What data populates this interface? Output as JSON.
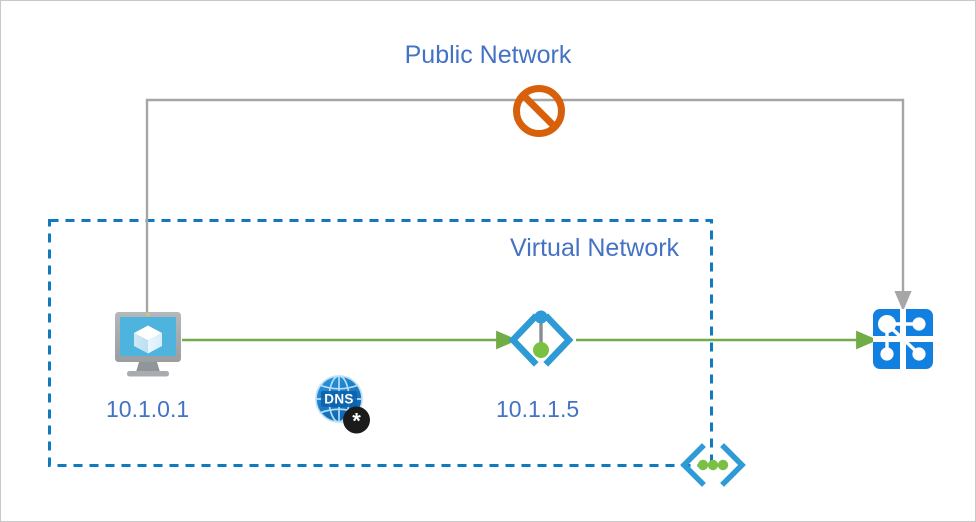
{
  "diagram": {
    "title_public": "Public Network",
    "title_vnet": "Virtual Network",
    "colors": {
      "label_blue": "#4472c4",
      "vnet_border_blue": "#0f7ac0",
      "allowed_green": "#70ad47",
      "blocked_orange": "#d9600b",
      "line_gray": "#a6a6a6",
      "service_blue": "#1280e0",
      "page_border": "#c8c8c8"
    },
    "nodes": [
      {
        "id": "virtual-machine",
        "icon": "virtual-machine-icon",
        "label": "10.1.0.1",
        "inside_vnet": true
      },
      {
        "id": "dns-private-zone",
        "icon": "dns-globe-asterisk-icon",
        "label": "",
        "inside_vnet": true
      },
      {
        "id": "private-endpoint",
        "icon": "private-endpoint-icon",
        "label": "10.1.1.5",
        "inside_vnet": true
      },
      {
        "id": "private-link-service",
        "icon": "private-link-icon",
        "label": "",
        "inside_vnet": true
      },
      {
        "id": "target-service",
        "icon": "service-resource-icon",
        "label": "",
        "inside_vnet": false
      }
    ],
    "connections": [
      {
        "id": "public-path",
        "from": "virtual-machine",
        "to": "target-service",
        "style": "gray-arrow",
        "status": "blocked",
        "marker": "no-entry-icon",
        "via": "Public Network"
      },
      {
        "id": "private-path-vm-to-endpoint",
        "from": "virtual-machine",
        "to": "private-endpoint",
        "style": "green-arrow",
        "status": "allowed"
      },
      {
        "id": "private-path-endpoint-to-service",
        "from": "private-endpoint",
        "to": "target-service",
        "style": "green-arrow",
        "status": "allowed"
      }
    ],
    "boundary": {
      "name": "Virtual Network",
      "style": "dashed",
      "color": "#0f7ac0"
    }
  }
}
